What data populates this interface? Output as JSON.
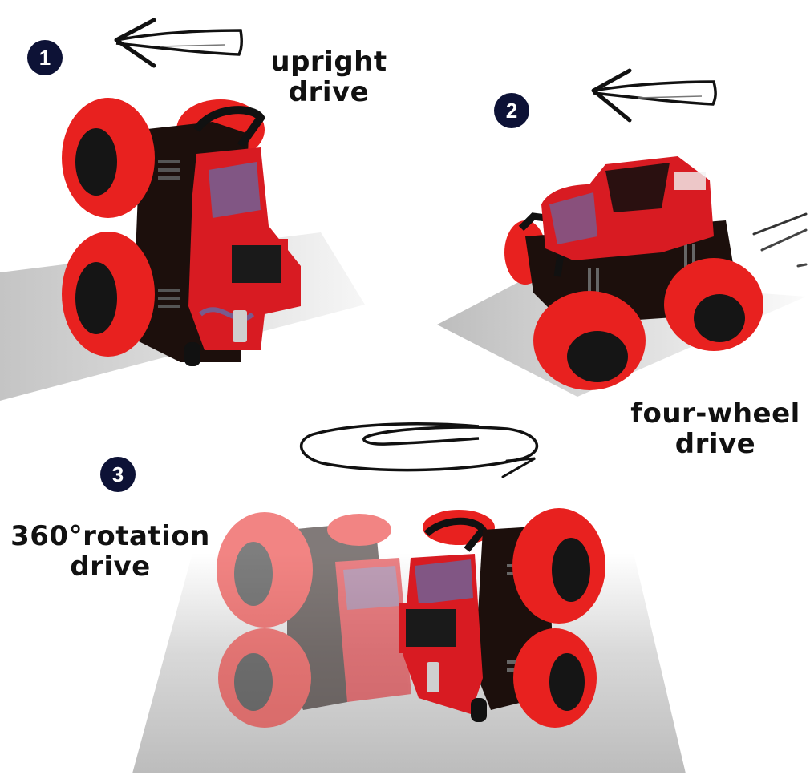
{
  "colors": {
    "badge_bg": "#0d1236",
    "badge_fg": "#ffffff",
    "label_text": "#111111",
    "tire_red": "#e8211f",
    "tire_red_dark": "#b3120f",
    "body_red": "#d81b22",
    "body_blue": "#3a86d6",
    "chassis": "#1c0f0c",
    "hub": "#151515",
    "ramp_light": "#f3f3f3",
    "ramp_dark": "#b9b9b9"
  },
  "modes": [
    {
      "number": "1",
      "title_line1": "upright",
      "title_line2": "drive",
      "arrow": "left-arrow"
    },
    {
      "number": "2",
      "title_line1": "four-wheel",
      "title_line2": "drive",
      "arrow": "left-arrow"
    },
    {
      "number": "3",
      "title_line1": "360°rotation",
      "title_line2": "drive",
      "arrow": "spin-arrow"
    }
  ]
}
